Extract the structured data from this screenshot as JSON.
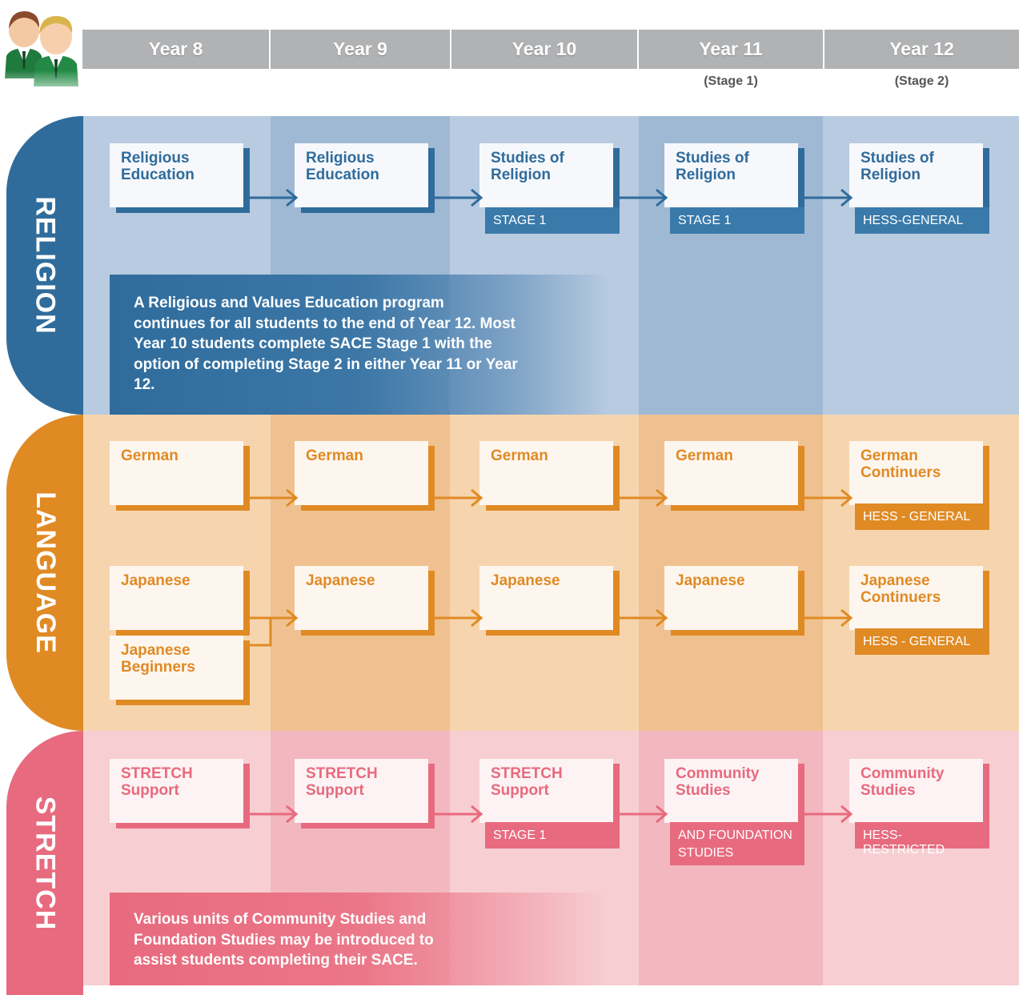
{
  "header": {
    "years": [
      "Year 8",
      "Year 9",
      "Year 10",
      "Year 11",
      "Year 12"
    ],
    "stage_notes": {
      "year11": "(Stage 1)",
      "year12": "(Stage 2)"
    }
  },
  "colors": {
    "religion": "#2f6c9c",
    "language": "#e08a24",
    "stretch": "#e86a7e"
  },
  "religion": {
    "tab_label": "RELIGION",
    "boxes": [
      {
        "title": "Religious Education"
      },
      {
        "title": "Religious Education"
      },
      {
        "title": "Studies of Religion",
        "tag": "STAGE 1"
      },
      {
        "title": "Studies of Religion",
        "tag": "STAGE 1"
      },
      {
        "title": "Studies of Religion",
        "tag": "HESS-GENERAL"
      }
    ],
    "note": "A Religious and Values Education program continues for all students to the end of Year 12. Most Year 10 students complete SACE Stage 1 with the option of completing Stage 2 in either Year 11 or Year 12."
  },
  "language": {
    "tab_label": "LANGUAGE",
    "german": [
      {
        "title": "German"
      },
      {
        "title": "German"
      },
      {
        "title": "German"
      },
      {
        "title": "German"
      },
      {
        "title": "German Continuers",
        "tag": "HESS - GENERAL"
      }
    ],
    "japanese": [
      {
        "title": "Japanese"
      },
      {
        "title": "Japanese"
      },
      {
        "title": "Japanese"
      },
      {
        "title": "Japanese"
      },
      {
        "title": "Japanese Continuers",
        "tag": "HESS - GENERAL"
      }
    ],
    "beginners": {
      "title": "Japanese Beginners"
    }
  },
  "stretch": {
    "tab_label": "STRETCH",
    "boxes": [
      {
        "title": "STRETCH Support"
      },
      {
        "title": "STRETCH Support"
      },
      {
        "title": "STRETCH Support",
        "tag": "STAGE 1"
      },
      {
        "title": "Community Studies",
        "tag": "AND FOUNDATION STUDIES"
      },
      {
        "title": "Community Studies",
        "tag": "HESS-RESTRICTED"
      }
    ],
    "note": "Various units of Community Studies and Foundation Studies may be introduced to assist students completing their SACE."
  }
}
